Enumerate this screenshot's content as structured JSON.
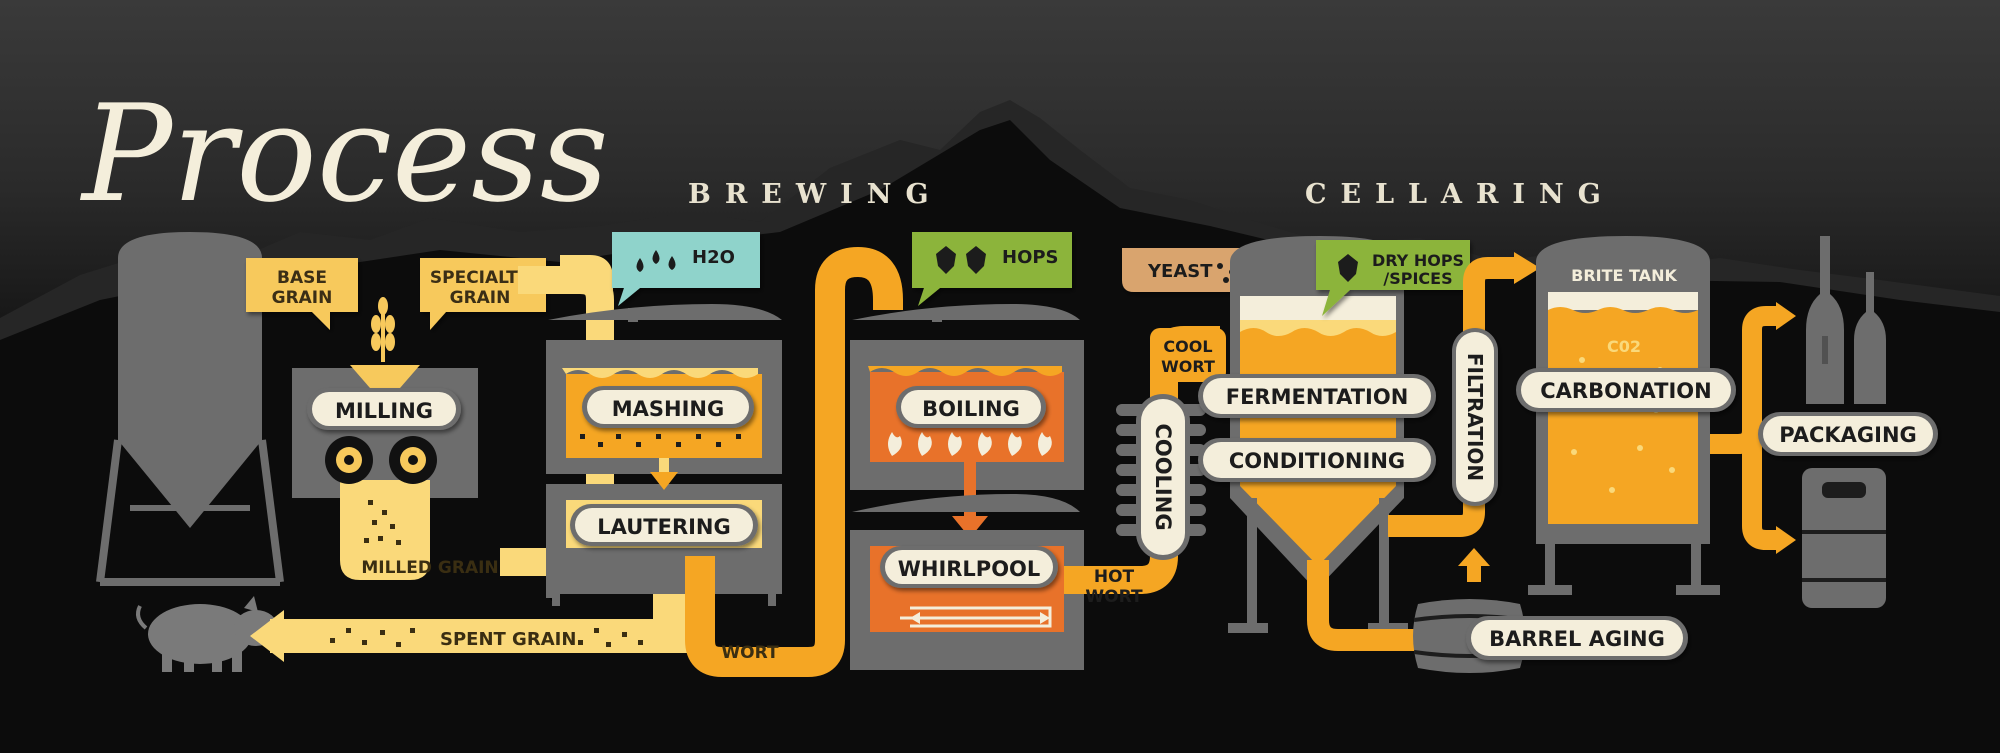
{
  "header": {
    "title": "Process",
    "section_brewing": "BREWING",
    "section_cellaring": "CELLARING"
  },
  "stages": {
    "milling": "MILLING",
    "mashing": "MASHING",
    "lautering": "LAUTERING",
    "boiling": "BOILING",
    "whirlpool": "WHIRLPOOL",
    "cooling": "COOLING",
    "fermentation": "FERMENTATION",
    "conditioning": "CONDITIONING",
    "filtration": "FILTRATION",
    "carbonation": "CARBONATION",
    "packaging": "PACKAGING",
    "barrel_aging": "BARREL AGING"
  },
  "inputs": {
    "base_grain_1": "BASE",
    "base_grain_2": "GRAIN",
    "specialty_grain_1": "SPECIALTY",
    "specialty_grain_2": "GRAIN",
    "h2o": "H2O",
    "hops": "HOPS",
    "yeast": "YEAST",
    "dry_hops_1": "DRY HOPS",
    "dry_hops_2": "/SPICES"
  },
  "flows": {
    "milled_grain": "MILLED GRAIN",
    "spent_grain": "SPENT GRAIN",
    "wort": "WORT",
    "hot_wort_1": "HOT",
    "hot_wort_2": "WORT",
    "cool_wort_1": "COOL",
    "cool_wort_2": "WORT"
  },
  "tanks": {
    "brite_tank": "BRITE TANK",
    "co2": "C02"
  },
  "colors": {
    "grain": "#f7c95c",
    "grain_light": "#fad97a",
    "wort": "#f5a623",
    "boil": "#e8722a",
    "gray": "#6d6d6d",
    "gray_dark": "#555555",
    "cream": "#f4eedb",
    "h2o": "#8fd3cb",
    "hops": "#8cb43a",
    "yeast": "#d9a46e",
    "mountain": "#2b2b2b"
  },
  "icons": [
    "wheat-icon",
    "water-drops-icon",
    "hop-cone-icon",
    "yeast-dots-icon",
    "flame-icon",
    "gear-icon",
    "pig-icon",
    "bottle-icon",
    "keg-icon",
    "barrel-icon"
  ]
}
